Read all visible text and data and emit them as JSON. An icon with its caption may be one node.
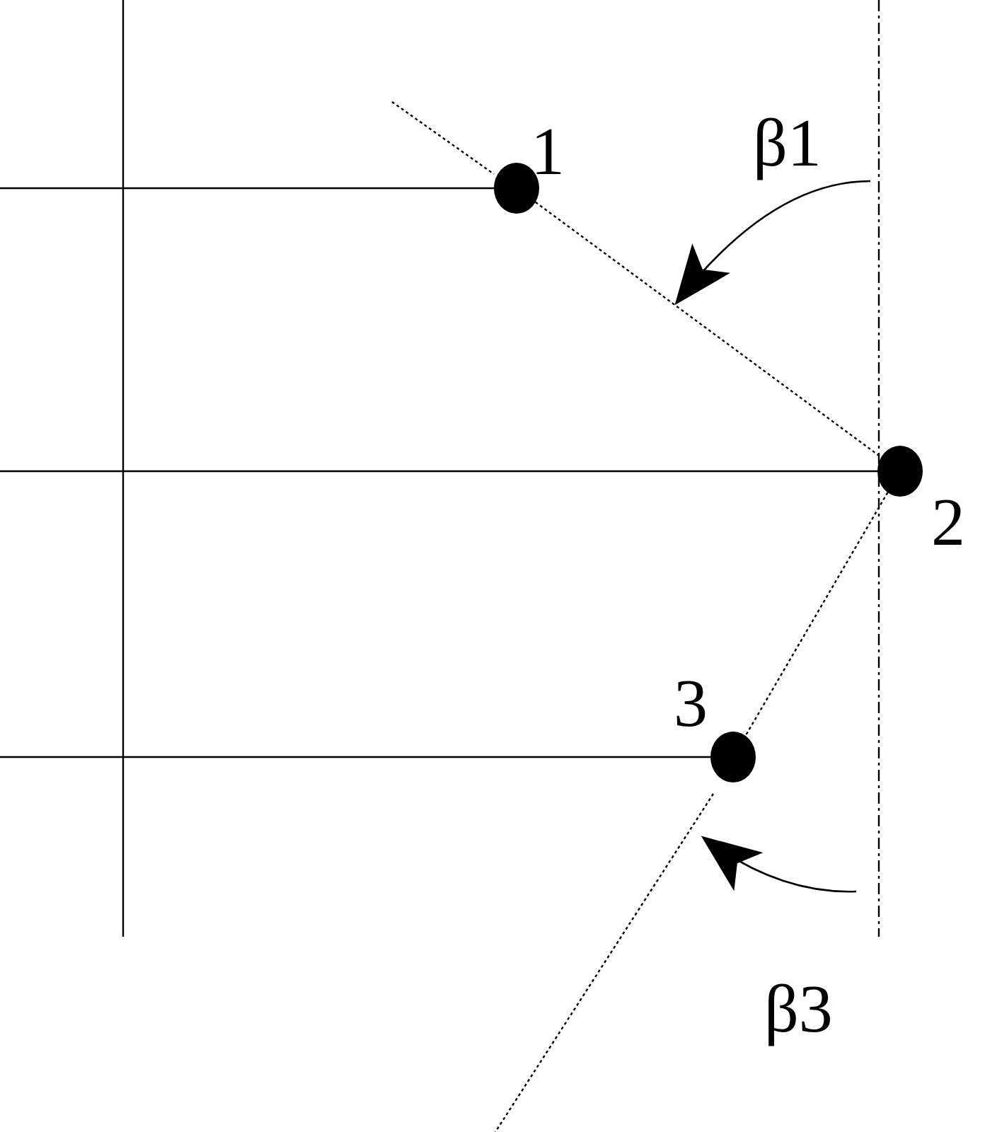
{
  "diagram": {
    "nodes": [
      {
        "text": [],
        "shape": "circle",
        "beside": [
          "1"
        ]
      },
      {
        "text": [],
        "shape": "circle",
        "beside": [
          "2"
        ]
      },
      {
        "text": [],
        "shape": "circle",
        "beside": [
          "3"
        ]
      }
    ],
    "edges": [
      {
        "from": 0,
        "to": 1,
        "arrow": "none",
        "style": "dashed"
      },
      {
        "from": 1,
        "to": 2,
        "arrow": "none",
        "style": "dashed"
      },
      {
        "from": null,
        "to": 0,
        "arrow": "none"
      },
      {
        "from": null,
        "to": 1,
        "arrow": "none"
      },
      {
        "from": null,
        "to": 2,
        "arrow": "none"
      }
    ],
    "labels": [
      "β1",
      "β3"
    ]
  }
}
